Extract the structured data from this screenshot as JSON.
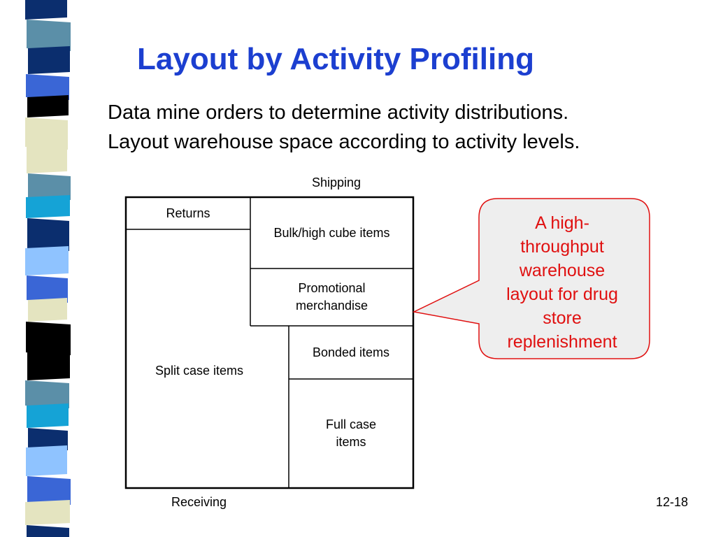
{
  "slide": {
    "title": "Layout by Activity Profiling",
    "bullets": [
      "Data mine orders to determine activity distributions.",
      "Layout warehouse space according to activity levels."
    ],
    "page_number": "12-18"
  },
  "diagram": {
    "top_label": "Shipping",
    "bottom_label": "Receiving",
    "zones": {
      "returns": "Returns",
      "bulk": "Bulk/high cube items",
      "promotional": "Promotional\nmerchandise",
      "split_case": "Split case items",
      "bonded": "Bonded items",
      "full_case": "Full case\nitems"
    }
  },
  "callout": {
    "text": "A high-\nthroughput\nwarehouse\nlayout for drug\nstore\nreplenishment",
    "text_color": "#e01010",
    "border_color": "#e01010",
    "fill_color": "#eeeeee"
  },
  "colors": {
    "title": "#1c3fd0",
    "stripe_palette": [
      "#0b2e6e",
      "#5b8fa8",
      "#3a66d6",
      "#000000",
      "#e4e4c0",
      "#8fc3ff",
      "#15a3d6"
    ]
  }
}
